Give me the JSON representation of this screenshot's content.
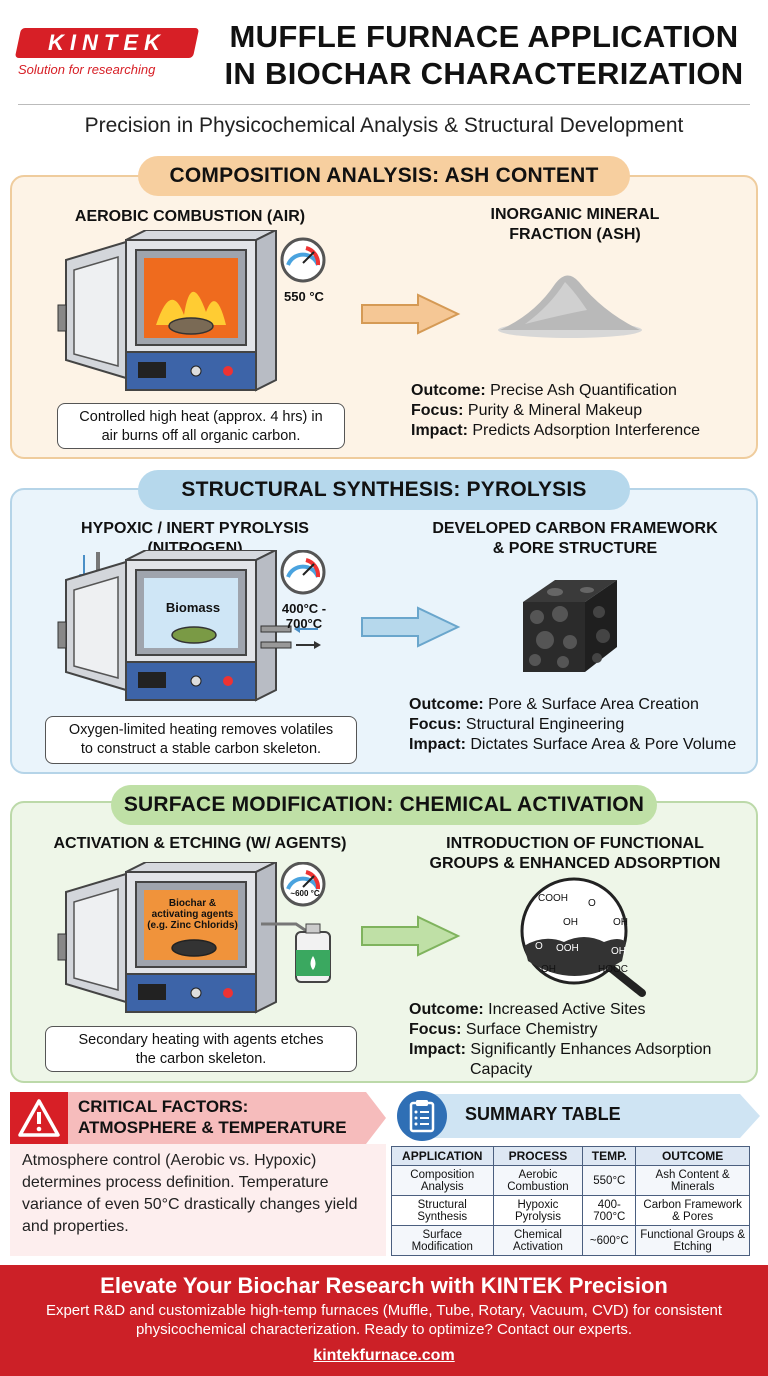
{
  "header": {
    "logo": "KINTEK",
    "tagline": "Solution for researching",
    "title_line1": "MUFFLE FURNACE APPLICATION",
    "title_line2": "IN BIOCHAR CHARACTERIZATION",
    "subtitle": "Precision in Physicochemical Analysis & Structural Development"
  },
  "section1": {
    "title": "COMPOSITION ANALYSIS: ASH CONTENT",
    "left_heading": "AEROBIC COMBUSTION (AIR)",
    "temp": "550 °C",
    "right_heading_line1": "INORGANIC MINERAL",
    "right_heading_line2": "FRACTION (ASH)",
    "note_line1": "Controlled high heat (approx. 4 hrs) in",
    "note_line2": "air burns off all organic carbon.",
    "outcome_label": "Outcome:",
    "outcome": "Precise Ash Quantification",
    "focus_label": "Focus:",
    "focus": "Purity & Mineral Makeup",
    "impact_label": "Impact:",
    "impact": "Predicts Adsorption Interference"
  },
  "section2": {
    "title": "STRUCTURAL SYNTHESIS: PYROLYSIS",
    "left_heading_line1": "HYPOXIC / INERT PYROLYSIS",
    "left_heading_line2": "(NITROGEN)",
    "sample_label": "Biomass",
    "temp_line1": "400°C -",
    "temp_line2": "700°C",
    "right_heading_line1": "DEVELOPED CARBON FRAMEWORK",
    "right_heading_line2": "& PORE STRUCTURE",
    "note_line1": "Oxygen-limited heating removes volatiles",
    "note_line2": "to construct a stable carbon skeleton.",
    "outcome_label": "Outcome:",
    "outcome": "Pore & Surface Area Creation",
    "focus_label": "Focus:",
    "focus": "Structural Engineering",
    "impact_label": "Impact:",
    "impact": "Dictates Surface Area & Pore Volume"
  },
  "section3": {
    "title": "SURFACE MODIFICATION: CHEMICAL ACTIVATION",
    "left_heading": "ACTIVATION & ETCHING (W/ AGENTS)",
    "sample_line1": "Biochar &",
    "sample_line2": "activating agents",
    "sample_line3": "(e.g. Zinc Chlorids)",
    "temp": "~600 °C",
    "right_heading_line1": "INTRODUCTION OF FUNCTIONAL",
    "right_heading_line2": "GROUPS & ENHANCED ADSORPTION",
    "groups": [
      "COOH",
      "OH",
      "O",
      "OH",
      "OOH",
      "OH",
      "HOOC",
      "O"
    ],
    "note_line1": "Secondary heating with agents etches",
    "note_line2": "the carbon skeleton.",
    "outcome_label": "Outcome:",
    "outcome": "Increased Active Sites",
    "focus_label": "Focus:",
    "focus": "Surface Chemistry",
    "impact_label": "Impact:",
    "impact": "Significantly Enhances Adsorption",
    "impact_line2": "Capacity"
  },
  "critical": {
    "title_line1": "CRITICAL FACTORS:",
    "title_line2": "ATMOSPHERE & TEMPERATURE",
    "text": "Atmosphere control (Aerobic vs. Hypoxic) determines process definition. Temperature variance of even 50°C drastically changes yield and properties."
  },
  "summary": {
    "title": "SUMMARY TABLE",
    "headers": [
      "APPLICATION",
      "PROCESS",
      "TEMP.",
      "OUTCOME"
    ],
    "rows": [
      [
        "Composition Analysis",
        "Aerobic Combustion",
        "550°C",
        "Ash Content & Minerals"
      ],
      [
        "Structural Synthesis",
        "Hypoxic Pyrolysis",
        "400-700°C",
        "Carbon Framework & Pores"
      ],
      [
        "Surface Modification",
        "Chemical Activation",
        "~600°C",
        "Functional Groups & Etching"
      ]
    ]
  },
  "footer": {
    "title": "Elevate Your Biochar Research with KINTEK Precision",
    "body": "Expert R&D and customizable high-temp furnaces (Muffle, Tube, Rotary, Vacuum, CVD) for consistent physicochemical characterization. Ready to optimize? Contact our experts.",
    "link": "kintekfurnace.com"
  },
  "colors": {
    "brand_red": "#d71f26",
    "orange_panel": "#fdf3e6",
    "blue_panel": "#eaf4fb",
    "green_panel": "#eef6e8"
  }
}
